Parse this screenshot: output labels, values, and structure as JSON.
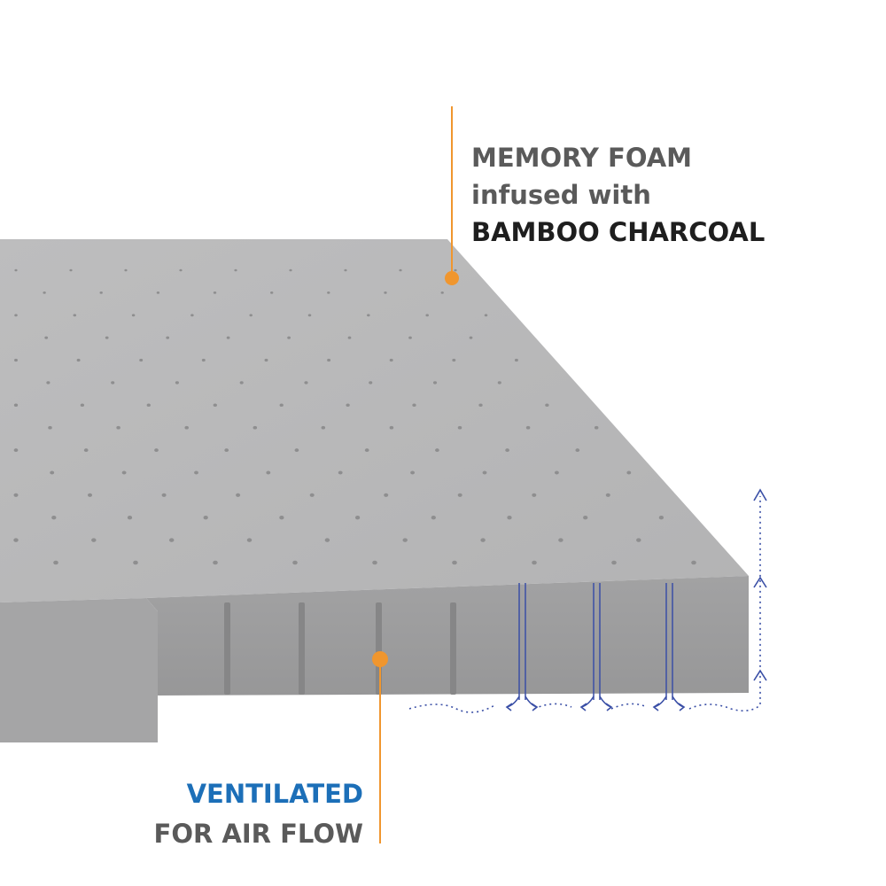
{
  "callouts": {
    "foam": {
      "line1": "MEMORY FOAM",
      "line2": "infused with",
      "line3": "BAMBOO CHARCOAL"
    },
    "airflow": {
      "line1": "VENTILATED",
      "line2": "FOR AIR FLOW"
    }
  },
  "colors": {
    "background": "#ffffff",
    "foam_top": "#b9b9ba",
    "foam_front": "#9d9d9e",
    "perforation": "#8e8e8f",
    "leader": "#f0962e",
    "text_gray": "#5a5a5a",
    "text_dark": "#1e1e1e",
    "text_blue": "#1c6fb8",
    "airflow": "#3a4fa6"
  },
  "icons": {
    "pointer": "dot-marker-icon",
    "airflow": "arrow-icon"
  }
}
